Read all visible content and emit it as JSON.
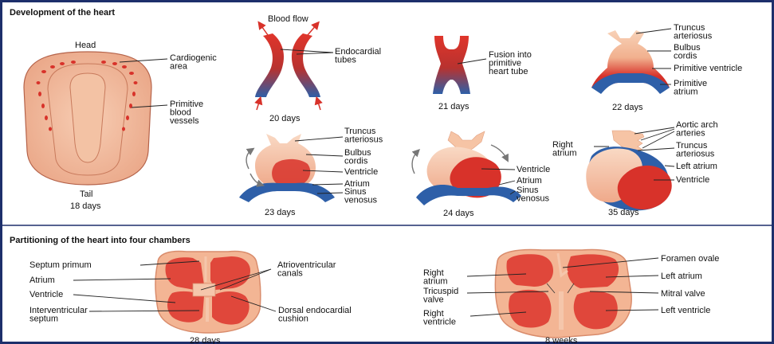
{
  "sections": {
    "development_title": "Development of the heart",
    "partitioning_title": "Partitioning of the heart into four chambers"
  },
  "embryo": {
    "head": "Head",
    "tail": "Tail",
    "cardiogenic_area": "Cardiogenic\narea",
    "primitive_blood_vessels": "Primitive\nblood\nvessels",
    "age": "18 days"
  },
  "stage20": {
    "blood_flow": "Blood flow",
    "endocardial_tubes": "Endocardial\ntubes",
    "age": "20 days"
  },
  "stage21": {
    "fusion": "Fusion into\nprimitive\nheart tube",
    "age": "21 days"
  },
  "stage22": {
    "truncus": "Truncus\narteriosus",
    "bulbus": "Bulbus\ncordis",
    "primitive_ventricle": "Primitive ventricle",
    "primitive_atrium": "Primitive\natrium",
    "age": "22 days"
  },
  "stage23": {
    "truncus": "Truncus\narteriosus",
    "bulbus": "Bulbus\ncordis",
    "ventricle": "Ventricle",
    "atrium": "Atrium",
    "sinus": "Sinus\nvenosus",
    "age": "23 days"
  },
  "stage24": {
    "ventricle": "Ventricle",
    "atrium": "Atrium",
    "sinus": "Sinus\nvenosus",
    "age": "24 days"
  },
  "stage35": {
    "right_atrium": "Right\natrium",
    "aortic_arch": "Aortic arch\narteries",
    "truncus": "Truncus\narteriosus",
    "left_atrium": "Left atrium",
    "ventricle": "Ventricle",
    "age": "35 days"
  },
  "stage28": {
    "septum_primum": "Septum primum",
    "atrium": "Atrium",
    "ventricle": "Ventricle",
    "interventricular_septum": "Interventricular\nseptum",
    "av_canals": "Atrioventricular\ncanals",
    "dorsal_cushion": "Dorsal endocardial\ncushion",
    "age": "28 days"
  },
  "stage8w": {
    "right_atrium": "Right\natrium",
    "tricuspid": "Tricuspid\nvalve",
    "right_ventricle": "Right\nventricle",
    "foramen_ovale": "Foramen ovale",
    "left_atrium": "Left atrium",
    "mitral": "Mitral valve",
    "left_ventricle": "Left ventricle",
    "age": "8 weeks"
  },
  "colors": {
    "frame": "#1d2f6b",
    "red": "#d8322a",
    "blue": "#2e5fa8",
    "peach": "#f6c4a5",
    "skin": "#f2b99a"
  }
}
